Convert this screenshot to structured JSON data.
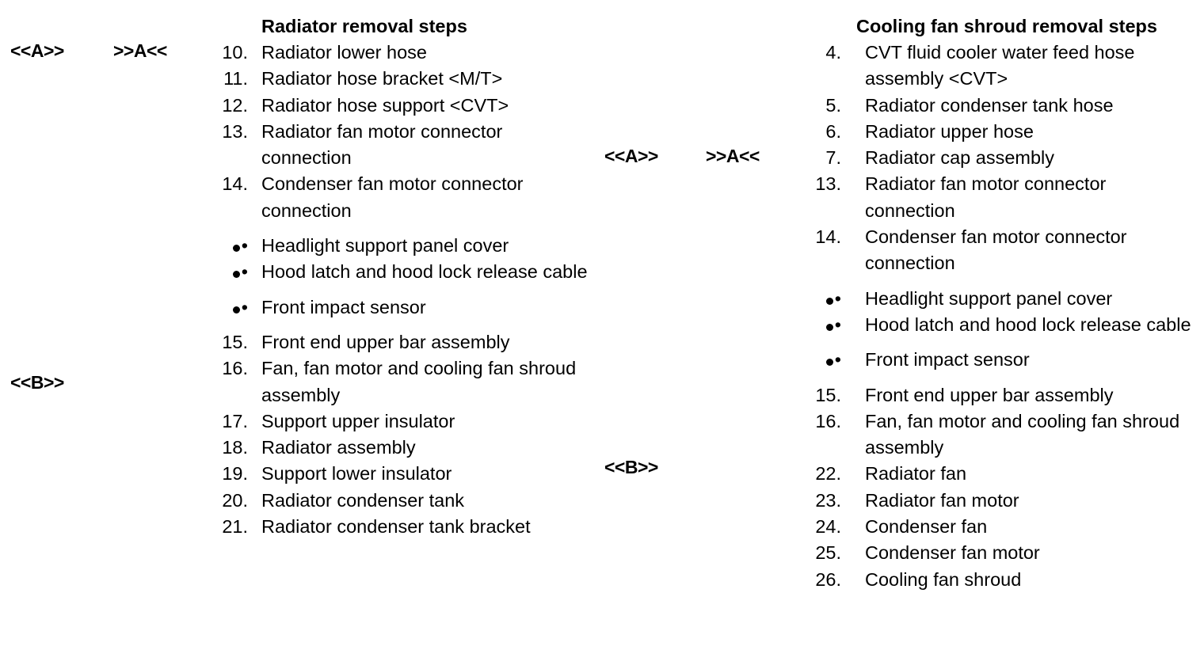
{
  "markers": {
    "left_a_in": "<<A>>",
    "left_a_out": ">>A<<",
    "left_b": "<<B>>",
    "mid_a_in": "<<A>>",
    "mid_a_out": ">>A<<",
    "mid_b": "<<B>>"
  },
  "left_column": {
    "title": "Radiator removal steps",
    "steps": [
      {
        "num": "10.",
        "text": "Radiator lower hose",
        "bullet": false
      },
      {
        "num": "11.",
        "text": "Radiator hose bracket <M/T>",
        "bullet": false
      },
      {
        "num": "12.",
        "text": "Radiator hose support <CVT>",
        "bullet": false
      },
      {
        "num": "13.",
        "text": "Radiator fan motor connector connection",
        "bullet": false
      },
      {
        "num": "14.",
        "text": "Condenser fan motor connector connection",
        "bullet": false
      },
      {
        "num": "",
        "text": "Headlight support panel cover",
        "bullet": true
      },
      {
        "num": "",
        "text": "Hood latch and hood lock release cable",
        "bullet": true
      },
      {
        "num": "",
        "text": "Front impact sensor",
        "bullet": true
      },
      {
        "num": "15.",
        "text": "Front end upper bar assembly",
        "bullet": false
      },
      {
        "num": "16.",
        "text": "Fan, fan motor and cooling fan shroud assembly",
        "bullet": false
      },
      {
        "num": "17.",
        "text": "Support upper insulator",
        "bullet": false
      },
      {
        "num": "18.",
        "text": "Radiator assembly",
        "bullet": false
      },
      {
        "num": "19.",
        "text": "Support lower insulator",
        "bullet": false
      },
      {
        "num": "20.",
        "text": "Radiator condenser tank",
        "bullet": false
      },
      {
        "num": "21.",
        "text": "Radiator condenser tank bracket",
        "bullet": false
      }
    ]
  },
  "right_column": {
    "title": "Cooling fan shroud removal steps",
    "steps": [
      {
        "num": "4.",
        "text": "CVT fluid cooler water feed hose assembly <CVT>",
        "bullet": false
      },
      {
        "num": "5.",
        "text": "Radiator condenser tank hose",
        "bullet": false
      },
      {
        "num": "6.",
        "text": "Radiator upper hose",
        "bullet": false
      },
      {
        "num": "7.",
        "text": "Radiator cap assembly",
        "bullet": false
      },
      {
        "num": "13.",
        "text": "Radiator fan motor connector connection",
        "bullet": false
      },
      {
        "num": "14.",
        "text": "Condenser fan motor connector connection",
        "bullet": false
      },
      {
        "num": "",
        "text": "Headlight support panel cover",
        "bullet": true
      },
      {
        "num": "",
        "text": "Hood latch and hood lock release cable",
        "bullet": true
      },
      {
        "num": "",
        "text": "Front impact sensor",
        "bullet": true
      },
      {
        "num": "15.",
        "text": "Front end upper bar assembly",
        "bullet": false
      },
      {
        "num": "16.",
        "text": "Fan, fan motor and cooling fan shroud assembly",
        "bullet": false
      },
      {
        "num": "22.",
        "text": "Radiator fan",
        "bullet": false
      },
      {
        "num": "23.",
        "text": "Radiator fan motor",
        "bullet": false
      },
      {
        "num": "24.",
        "text": "Condenser fan",
        "bullet": false
      },
      {
        "num": "25.",
        "text": "Condenser fan motor",
        "bullet": false
      },
      {
        "num": "26.",
        "text": "Cooling fan shroud",
        "bullet": false
      }
    ]
  }
}
